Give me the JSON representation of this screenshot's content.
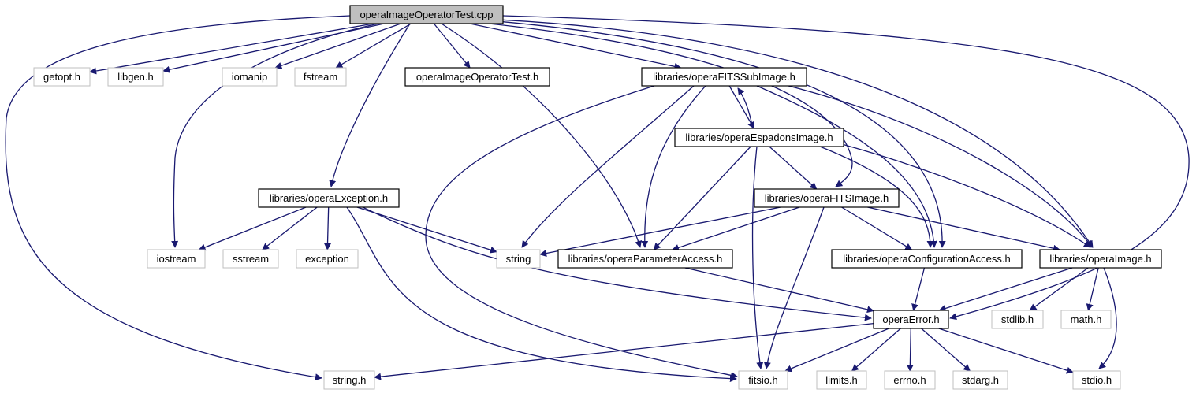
{
  "graph": {
    "edge_color": "#191970",
    "root_fill": "#bfbfbf",
    "nodes": [
      {
        "id": "root",
        "label": "operaImageOperatorTest.cpp",
        "kind": "root"
      },
      {
        "id": "getopt",
        "label": "getopt.h",
        "kind": "external"
      },
      {
        "id": "libgen",
        "label": "libgen.h",
        "kind": "external"
      },
      {
        "id": "iomanip",
        "label": "iomanip",
        "kind": "external"
      },
      {
        "id": "fstream",
        "label": "fstream",
        "kind": "external"
      },
      {
        "id": "testh",
        "label": "operaImageOperatorTest.h",
        "kind": "project"
      },
      {
        "id": "subimg",
        "label": "libraries/operaFITSSubImage.h",
        "kind": "project"
      },
      {
        "id": "espadons",
        "label": "libraries/operaEspadonsImage.h",
        "kind": "project"
      },
      {
        "id": "exception_h",
        "label": "libraries/operaException.h",
        "kind": "project"
      },
      {
        "id": "fitsimage",
        "label": "libraries/operaFITSImage.h",
        "kind": "project"
      },
      {
        "id": "iostream",
        "label": "iostream",
        "kind": "external"
      },
      {
        "id": "sstream",
        "label": "sstream",
        "kind": "external"
      },
      {
        "id": "exception",
        "label": "exception",
        "kind": "external"
      },
      {
        "id": "string",
        "label": "string",
        "kind": "external"
      },
      {
        "id": "paramaccess",
        "label": "libraries/operaParameterAccess.h",
        "kind": "project"
      },
      {
        "id": "configaccess",
        "label": "libraries/operaConfigurationAccess.h",
        "kind": "project"
      },
      {
        "id": "operaimage",
        "label": "libraries/operaImage.h",
        "kind": "project"
      },
      {
        "id": "operaerror",
        "label": "operaError.h",
        "kind": "project"
      },
      {
        "id": "stdlib",
        "label": "stdlib.h",
        "kind": "external"
      },
      {
        "id": "math",
        "label": "math.h",
        "kind": "external"
      },
      {
        "id": "stringh",
        "label": "string.h",
        "kind": "external"
      },
      {
        "id": "fitsio",
        "label": "fitsio.h",
        "kind": "external"
      },
      {
        "id": "limits",
        "label": "limits.h",
        "kind": "external"
      },
      {
        "id": "errno",
        "label": "errno.h",
        "kind": "external"
      },
      {
        "id": "stdarg",
        "label": "stdarg.h",
        "kind": "external"
      },
      {
        "id": "stdio",
        "label": "stdio.h",
        "kind": "external"
      }
    ],
    "edges": [
      [
        "root",
        "getopt"
      ],
      [
        "root",
        "libgen"
      ],
      [
        "root",
        "iomanip"
      ],
      [
        "root",
        "fstream"
      ],
      [
        "root",
        "testh"
      ],
      [
        "root",
        "subimg"
      ],
      [
        "root",
        "exception_h"
      ],
      [
        "root",
        "iostream"
      ],
      [
        "root",
        "stringh"
      ],
      [
        "root",
        "paramaccess"
      ],
      [
        "root",
        "fitsimage"
      ],
      [
        "root",
        "configaccess"
      ],
      [
        "root",
        "operaimage"
      ],
      [
        "root",
        "operaerror"
      ],
      [
        "subimg",
        "espadons"
      ],
      [
        "subimg",
        "string"
      ],
      [
        "subimg",
        "paramaccess"
      ],
      [
        "subimg",
        "configaccess"
      ],
      [
        "subimg",
        "operaimage"
      ],
      [
        "subimg",
        "fitsio"
      ],
      [
        "espadons",
        "subimg"
      ],
      [
        "espadons",
        "fitsimage"
      ],
      [
        "espadons",
        "paramaccess"
      ],
      [
        "espadons",
        "configaccess"
      ],
      [
        "espadons",
        "operaimage"
      ],
      [
        "espadons",
        "fitsio"
      ],
      [
        "exception_h",
        "iostream"
      ],
      [
        "exception_h",
        "sstream"
      ],
      [
        "exception_h",
        "exception"
      ],
      [
        "exception_h",
        "string"
      ],
      [
        "exception_h",
        "operaerror"
      ],
      [
        "exception_h",
        "fitsio"
      ],
      [
        "fitsimage",
        "string"
      ],
      [
        "fitsimage",
        "paramaccess"
      ],
      [
        "fitsimage",
        "configaccess"
      ],
      [
        "fitsimage",
        "operaimage"
      ],
      [
        "fitsimage",
        "fitsio"
      ],
      [
        "paramaccess",
        "operaerror"
      ],
      [
        "configaccess",
        "operaerror"
      ],
      [
        "operaimage",
        "operaerror"
      ],
      [
        "operaimage",
        "stdlib"
      ],
      [
        "operaimage",
        "math"
      ],
      [
        "operaimage",
        "stdio"
      ],
      [
        "operaerror",
        "stringh"
      ],
      [
        "operaerror",
        "fitsio"
      ],
      [
        "operaerror",
        "limits"
      ],
      [
        "operaerror",
        "errno"
      ],
      [
        "operaerror",
        "stdarg"
      ],
      [
        "operaerror",
        "stdio"
      ]
    ]
  }
}
